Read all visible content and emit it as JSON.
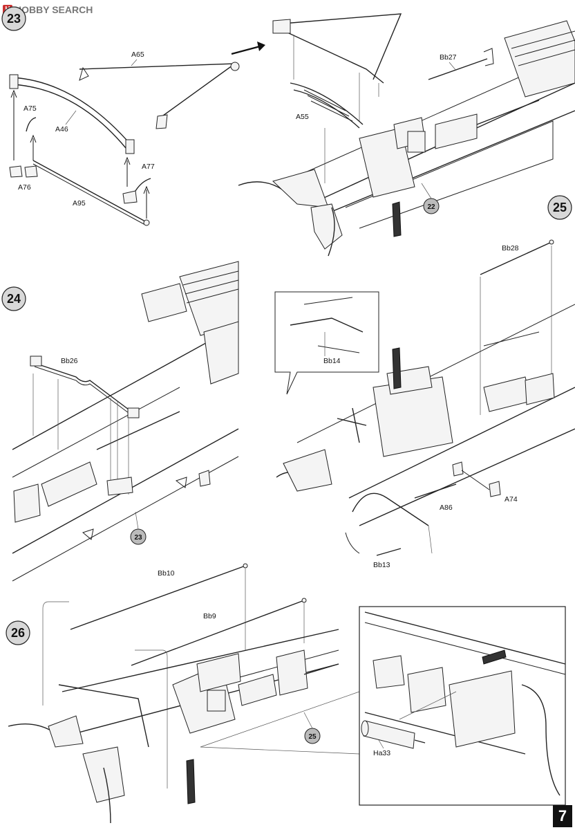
{
  "watermark": {
    "text": "HOBBY SEARCH",
    "logo": "H"
  },
  "page_number": "7",
  "steps": {
    "s23": "23",
    "s24": "24",
    "s25": "25",
    "s26": "26"
  },
  "refs": {
    "r22": "22",
    "r23": "23",
    "r25": "25"
  },
  "parts": {
    "A65": "A65",
    "A75": "A75",
    "A46": "A46",
    "A76": "A76",
    "A77": "A77",
    "A95": "A95",
    "A55": "A55",
    "Bb27": "Bb27",
    "Bb26": "Bb26",
    "Bb28": "Bb28",
    "Bb14": "Bb14",
    "A74": "A74",
    "A86": "A86",
    "Bb13": "Bb13",
    "Bb10": "Bb10",
    "Bb9": "Bb9",
    "Ha33": "Ha33"
  },
  "colors": {
    "ink": "#222222",
    "badge": "#d8d8d8",
    "ref_badge": "#bbbbbb"
  }
}
